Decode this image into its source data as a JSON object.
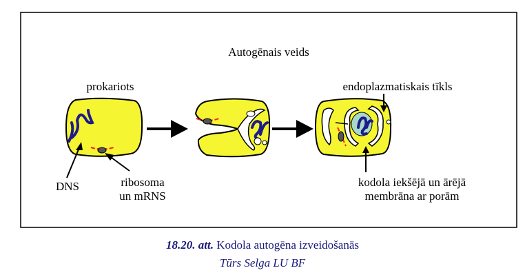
{
  "diagram": {
    "title": "Autogēnais veids",
    "labels": {
      "prokaryote": "prokariots",
      "er": "endoplazmatiskais tīkls",
      "dna": "DNS",
      "ribosome_1": "ribosoma",
      "ribosome_2": "un mRNS",
      "membrane_1": "kodola iekšējā un ārējā",
      "membrane_2": "membrāna ar porām"
    },
    "colors": {
      "cell": "#f5f531",
      "dna": "#1c1c8a",
      "mrna": "#ff2020",
      "nucleus": "#a8d8c8"
    }
  },
  "caption": {
    "number": "18.20. att.",
    "text": "Kodola autogēna izveidošanās",
    "author": "Tūrs Selga LU BF"
  }
}
